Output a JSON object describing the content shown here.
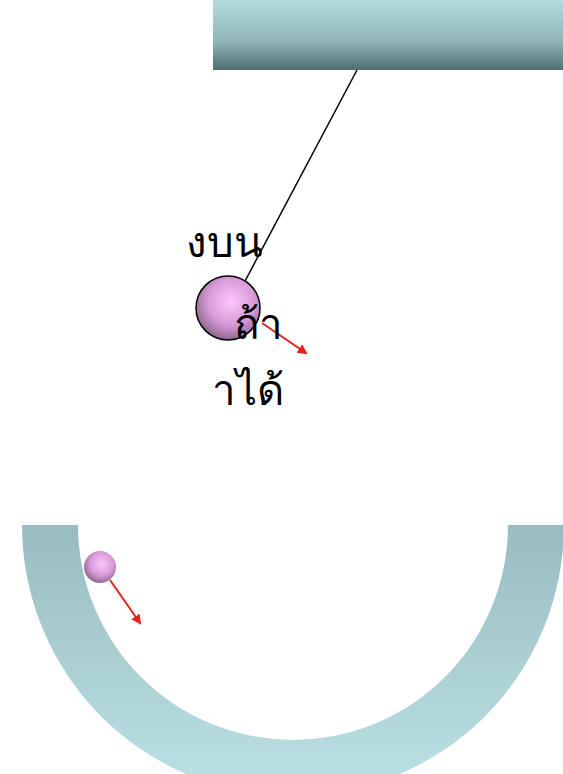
{
  "diagram": {
    "labels": [
      "งบน",
      "ถ้า",
      "าได้"
    ]
  }
}
